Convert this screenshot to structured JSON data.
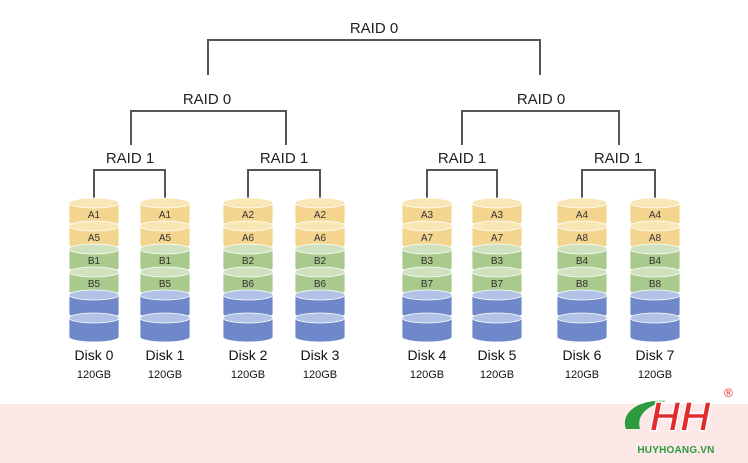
{
  "raid": {
    "top": "RAID 0",
    "mid_left": "RAID 0",
    "mid_right": "RAID 0",
    "pair1": "RAID 1",
    "pair2": "RAID 1",
    "pair3": "RAID 1",
    "pair4": "RAID 1"
  },
  "disks": [
    {
      "name": "Disk 0",
      "size": "120GB",
      "blocks": [
        "A1",
        "A5",
        "B1",
        "B5"
      ]
    },
    {
      "name": "Disk 1",
      "size": "120GB",
      "blocks": [
        "A1",
        "A5",
        "B1",
        "B5"
      ]
    },
    {
      "name": "Disk 2",
      "size": "120GB",
      "blocks": [
        "A2",
        "A6",
        "B2",
        "B6"
      ]
    },
    {
      "name": "Disk 3",
      "size": "120GB",
      "blocks": [
        "A2",
        "A6",
        "B2",
        "B6"
      ]
    },
    {
      "name": "Disk 4",
      "size": "120GB",
      "blocks": [
        "A3",
        "A7",
        "B3",
        "B7"
      ]
    },
    {
      "name": "Disk 5",
      "size": "120GB",
      "blocks": [
        "A3",
        "A7",
        "B3",
        "B7"
      ]
    },
    {
      "name": "Disk 6",
      "size": "120GB",
      "blocks": [
        "A4",
        "A8",
        "B4",
        "B8"
      ]
    },
    {
      "name": "Disk 7",
      "size": "120GB",
      "blocks": [
        "A4",
        "A8",
        "B4",
        "B8"
      ]
    }
  ],
  "colors": {
    "a_fill": "#f3d58f",
    "a_top": "#f9e6b5",
    "b_fill": "#a9c98d",
    "b_top": "#cfe2bd",
    "empty_fill": "#6f88c9",
    "empty_top": "#b2c1e6",
    "line": "#555555",
    "logo_red": "#e32b2b",
    "logo_green": "#2c9a3e"
  },
  "logo": {
    "letters": "HH",
    "registered": "®",
    "site": "HUYHOANG.VN"
  }
}
